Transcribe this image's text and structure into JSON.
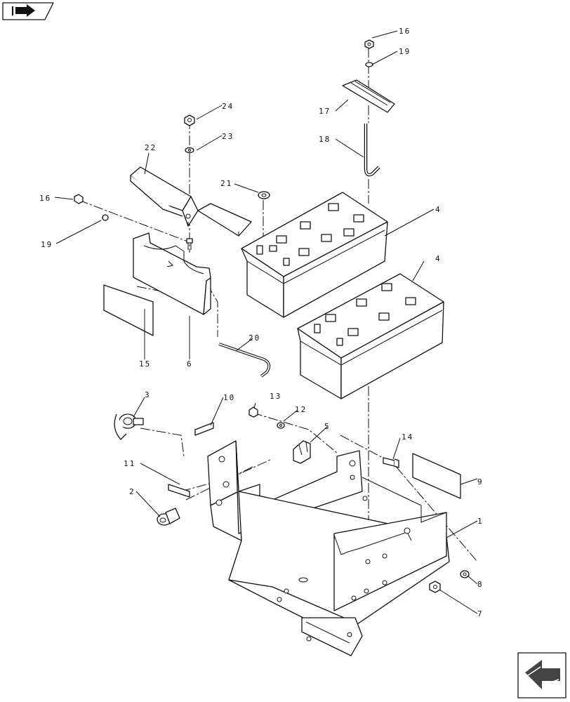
{
  "callouts": {
    "c1": "1",
    "c2": "2",
    "c3": "3",
    "c4a": "4",
    "c4b": "4",
    "c5": "5",
    "c6": "6",
    "c7": "7",
    "c8": "8",
    "c9": "9",
    "c10": "10",
    "c11": "11",
    "c12": "12",
    "c13": "13",
    "c14": "14",
    "c15": "15",
    "c16a": "16",
    "c16b": "16",
    "c17": "17",
    "c18": "18",
    "c19a": "19",
    "c19b": "19",
    "c20": "20",
    "c21": "21",
    "c22": "22",
    "c23": "23",
    "c24": "24"
  },
  "icons": {
    "top_left": "book-arrow-icon",
    "bottom_right": "next-page-arrow-icon"
  }
}
